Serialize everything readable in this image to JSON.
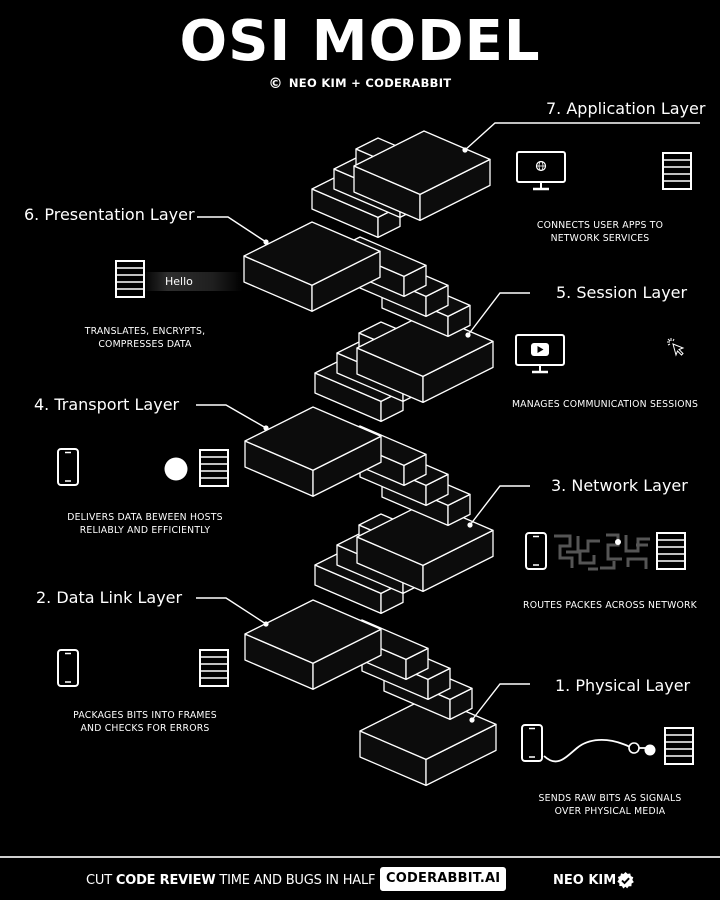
{
  "header": {
    "title": "OSI MODEL",
    "credit": "NEO KIM + CODERABBIT",
    "copyright_symbol": "©"
  },
  "layers": [
    {
      "number": 7,
      "title": "7. Application Layer",
      "description": [
        "CONNECTS USER APPS TO",
        "NETWORK SERVICES"
      ],
      "icons": [
        "monitor-globe-icon",
        "server-icon"
      ]
    },
    {
      "number": 6,
      "title": "6. Presentation Layer",
      "description": [
        "TRANSLATES, ENCRYPTS,",
        "COMPRESSES DATA"
      ],
      "icons": [
        "server-icon"
      ],
      "sample_text": "Hello"
    },
    {
      "number": 5,
      "title": "5. Session Layer",
      "description": [
        "MANAGES COMMUNICATION SESSIONS"
      ],
      "icons": [
        "monitor-play-icon",
        "cursor-click-icon"
      ]
    },
    {
      "number": 4,
      "title": "4. Transport Layer",
      "description": [
        "DELIVERS DATA BEWEEN HOSTS",
        "RELIABLY  AND EFFICIENTLY"
      ],
      "icons": [
        "phone-icon",
        "packet-dot-icon",
        "server-icon"
      ]
    },
    {
      "number": 3,
      "title": "3. Network Layer",
      "description": [
        "ROUTES PACKES ACROSS NETWORK"
      ],
      "icons": [
        "phone-icon",
        "maze-icon",
        "server-icon"
      ]
    },
    {
      "number": 2,
      "title": "2. Data Link Layer",
      "description": [
        "PACKAGES BITS INTO FRAMES",
        "AND CHECKS FOR ERRORS"
      ],
      "icons": [
        "phone-icon",
        "server-icon"
      ]
    },
    {
      "number": 1,
      "title": "1. Physical Layer",
      "description": [
        "SENDS RAW BITS AS SIGNALS",
        "OVER PHYSICAL MEDIA"
      ],
      "icons": [
        "phone-icon",
        "cable-icon",
        "server-icon"
      ]
    }
  ],
  "footer": {
    "text_part1": "CUT ",
    "text_bold": "CODE REVIEW",
    "text_part2": " TIME AND BUGS IN HALF :",
    "button_label": "CODERABBIT.AI",
    "author": "NEO KIM"
  },
  "colors": {
    "background": "#000000",
    "foreground": "#ffffff",
    "stair_fill": "#0c0c0c"
  }
}
